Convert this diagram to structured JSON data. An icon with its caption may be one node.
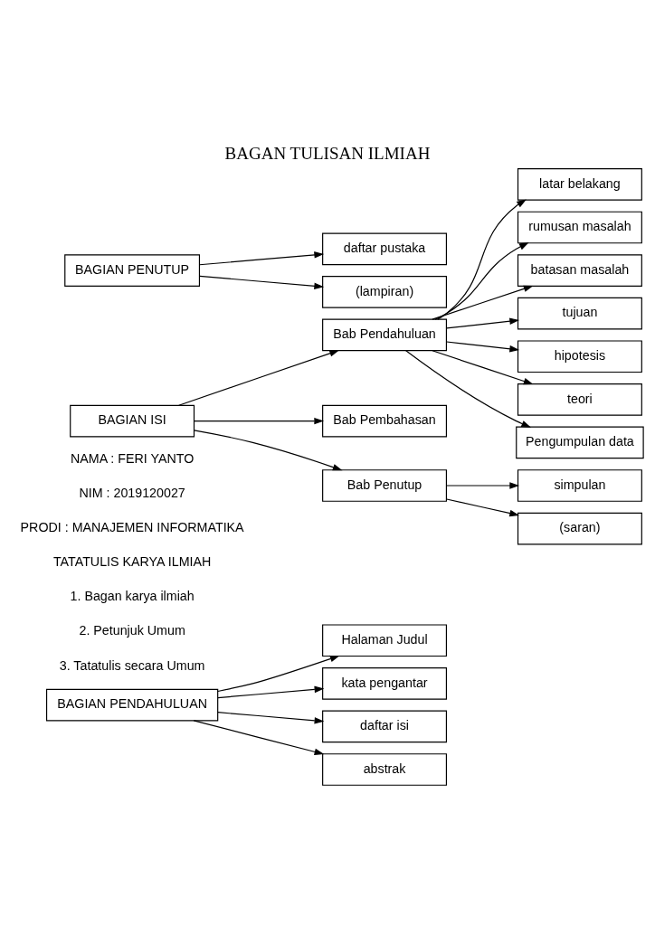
{
  "diagram": {
    "title": "BAGAN TULISAN ILMIAH",
    "nodes": [
      {
        "text": [
          "BAGIAN PENDAHULUAN"
        ]
      },
      {
        "text": [
          "Halaman Judul"
        ]
      },
      {
        "text": [
          "kata pengantar"
        ]
      },
      {
        "text": [
          "daftar isi"
        ]
      },
      {
        "text": [
          "abstrak"
        ]
      },
      {
        "text": [
          "latar belakang"
        ]
      },
      {
        "text": [
          "rumusan masalah"
        ]
      },
      {
        "text": [
          "batasan masalah"
        ]
      },
      {
        "text": [
          "tujuan"
        ]
      },
      {
        "text": [
          "BAGIAN ISI"
        ]
      },
      {
        "text": [
          "Bab Pendahuluan"
        ]
      },
      {
        "text": [
          "hipotesis"
        ]
      },
      {
        "text": [
          "Bab Pembahasan"
        ]
      },
      {
        "text": [
          "teori"
        ]
      },
      {
        "text": [
          "Bab Penutup"
        ]
      },
      {
        "text": [
          "Pengumpulan data"
        ]
      },
      {
        "text": [
          "simpulan"
        ]
      },
      {
        "text": [
          "BAGIAN PENUTUP"
        ]
      },
      {
        "text": [
          "daftar pustaka"
        ]
      },
      {
        "text": [
          "(saran)"
        ]
      },
      {
        "text": [
          "(lampiran)"
        ]
      }
    ],
    "edges": [
      {
        "from": 0,
        "to": 1,
        "arrow": "to"
      },
      {
        "from": 0,
        "to": 2,
        "arrow": "to"
      },
      {
        "from": 0,
        "to": 3,
        "arrow": "to"
      },
      {
        "from": 0,
        "to": 4,
        "arrow": "to"
      },
      {
        "from": 9,
        "to": 10,
        "arrow": "to"
      },
      {
        "from": 9,
        "to": 12,
        "arrow": "to"
      },
      {
        "from": 9,
        "to": 14,
        "arrow": "to"
      },
      {
        "from": 10,
        "to": 5,
        "arrow": "to"
      },
      {
        "from": 10,
        "to": 6,
        "arrow": "to"
      },
      {
        "from": 10,
        "to": 7,
        "arrow": "to"
      },
      {
        "from": 10,
        "to": 8,
        "arrow": "to"
      },
      {
        "from": 10,
        "to": 11,
        "arrow": "to"
      },
      {
        "from": 10,
        "to": 13,
        "arrow": "to"
      },
      {
        "from": 10,
        "to": 15,
        "arrow": "to"
      },
      {
        "from": 14,
        "to": 16,
        "arrow": "to"
      },
      {
        "from": 14,
        "to": 19,
        "arrow": "to"
      },
      {
        "from": 17,
        "to": 18,
        "arrow": "to"
      },
      {
        "from": 17,
        "to": 20,
        "arrow": "to"
      }
    ],
    "labels": [
      "NAMA : FERI YANTO",
      "NIM : 2019120027",
      "PRODI : MANAJEMEN INFORMATIKA",
      "TATATULIS KARYA ILMIAH",
      "1. Bagan karya ilmiah",
      "2. Petunjuk Umum",
      "3. Tatatulis secara Umum"
    ]
  }
}
